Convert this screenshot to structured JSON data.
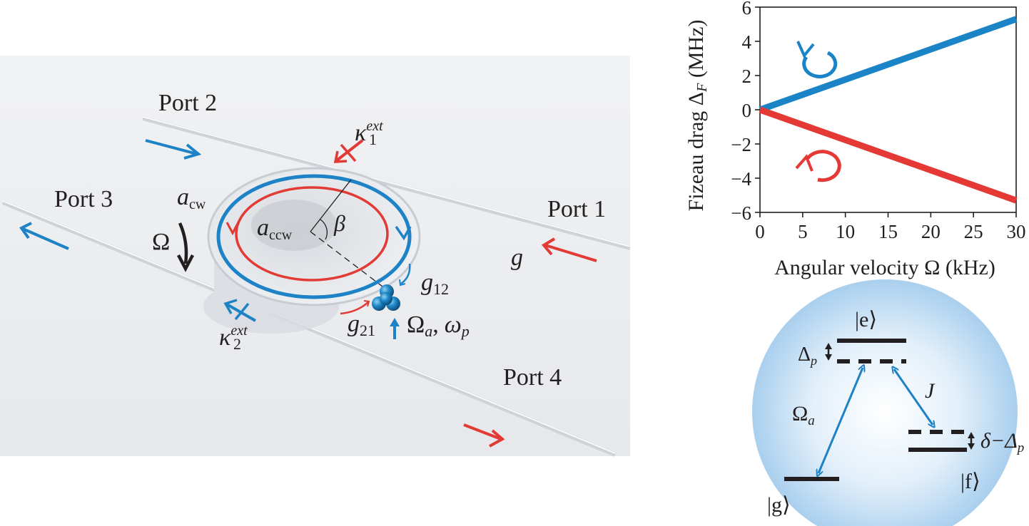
{
  "scene": {
    "ports": {
      "port1": "Port 1",
      "port2": "Port 2",
      "port3": "Port 3",
      "port4": "Port 4"
    },
    "labels": {
      "a_cw": "a",
      "a_cw_sub": "cw",
      "a_ccw": "a",
      "a_ccw_sub": "ccw",
      "omega_rot": "Ω",
      "beta": "β",
      "g": "g",
      "g12": "g",
      "g12_sub": "12",
      "g21": "g",
      "g21_sub": "21",
      "kappa1": "κ",
      "kappa1_sub": "1",
      "kappa1_sup": "ext",
      "kappa2": "κ",
      "kappa2_sub": "2",
      "kappa2_sup": "ext",
      "drive_Omega": "Ω",
      "drive_Omega_sub": "a",
      "drive_sep": ",",
      "drive_omega": "ω",
      "drive_omega_sub": "p"
    },
    "colors": {
      "blue": "#1d82c6",
      "red": "#e23a34",
      "dark": "#231f20"
    }
  },
  "chart_data": {
    "type": "line",
    "xlabel": "Angular velocity Ω (kHz)",
    "ylabel_prefix": "Fizeau drag Δ",
    "ylabel_sub": "F",
    "ylabel_suffix": " (MHz)",
    "xlim": [
      0,
      30
    ],
    "ylim": [
      -6,
      6
    ],
    "xticks": [
      0,
      5,
      10,
      15,
      20,
      25,
      30
    ],
    "yticks": [
      6,
      4,
      2,
      0,
      -2,
      -4,
      -6
    ],
    "ytick_labels": [
      "6",
      "4",
      "2",
      "0",
      "−2",
      "−4",
      "−6"
    ],
    "series": [
      {
        "direction": "clockwise",
        "color": "#1a84c7",
        "x": [
          0,
          30
        ],
        "y": [
          0,
          5.3
        ]
      },
      {
        "direction": "counterclockwise",
        "color": "#e53935",
        "x": [
          0,
          30
        ],
        "y": [
          0,
          -5.3
        ]
      }
    ]
  },
  "level_diagram": {
    "e_label": "|e⟩",
    "g_label": "|g⟩",
    "f_label": "|f⟩",
    "delta_p_label": "Δ",
    "delta_p_sub": "p",
    "J_label": "J",
    "Omega_a_label": "Ω",
    "Omega_a_sub": "a",
    "detuning_label": "δ−Δ",
    "detuning_sub": "p"
  }
}
